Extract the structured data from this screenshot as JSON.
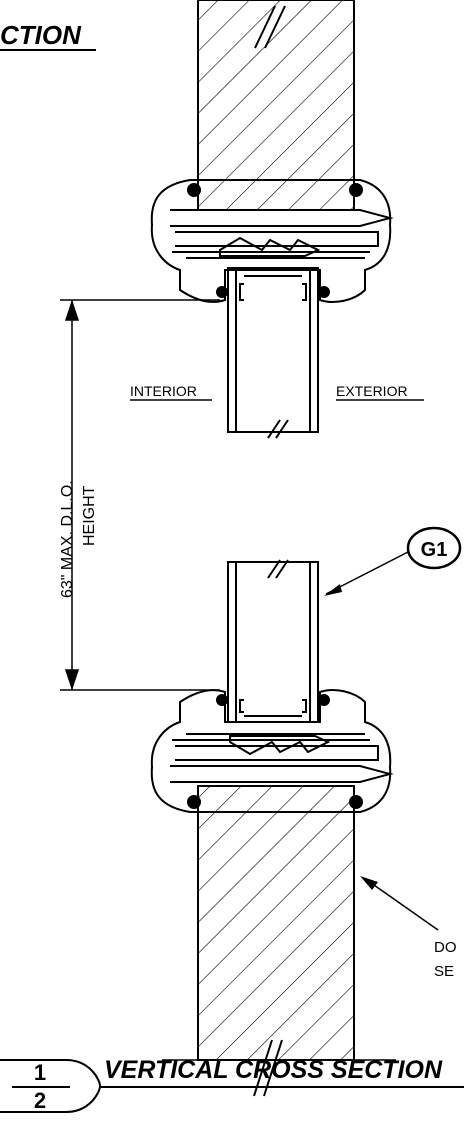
{
  "header": {
    "partial_title": "CTION"
  },
  "labels": {
    "interior": "INTERIOR",
    "exterior": "EXTERIOR",
    "dimension_line1": "63\" MAX. D.L.O.",
    "dimension_line2": "HEIGHT",
    "callout_tag": "G1",
    "door_partial1": "DO",
    "door_partial2": "SE"
  },
  "footer": {
    "detail_number": "1",
    "sheet_number": "2",
    "title": "VERTICAL CROSS SECTION"
  }
}
